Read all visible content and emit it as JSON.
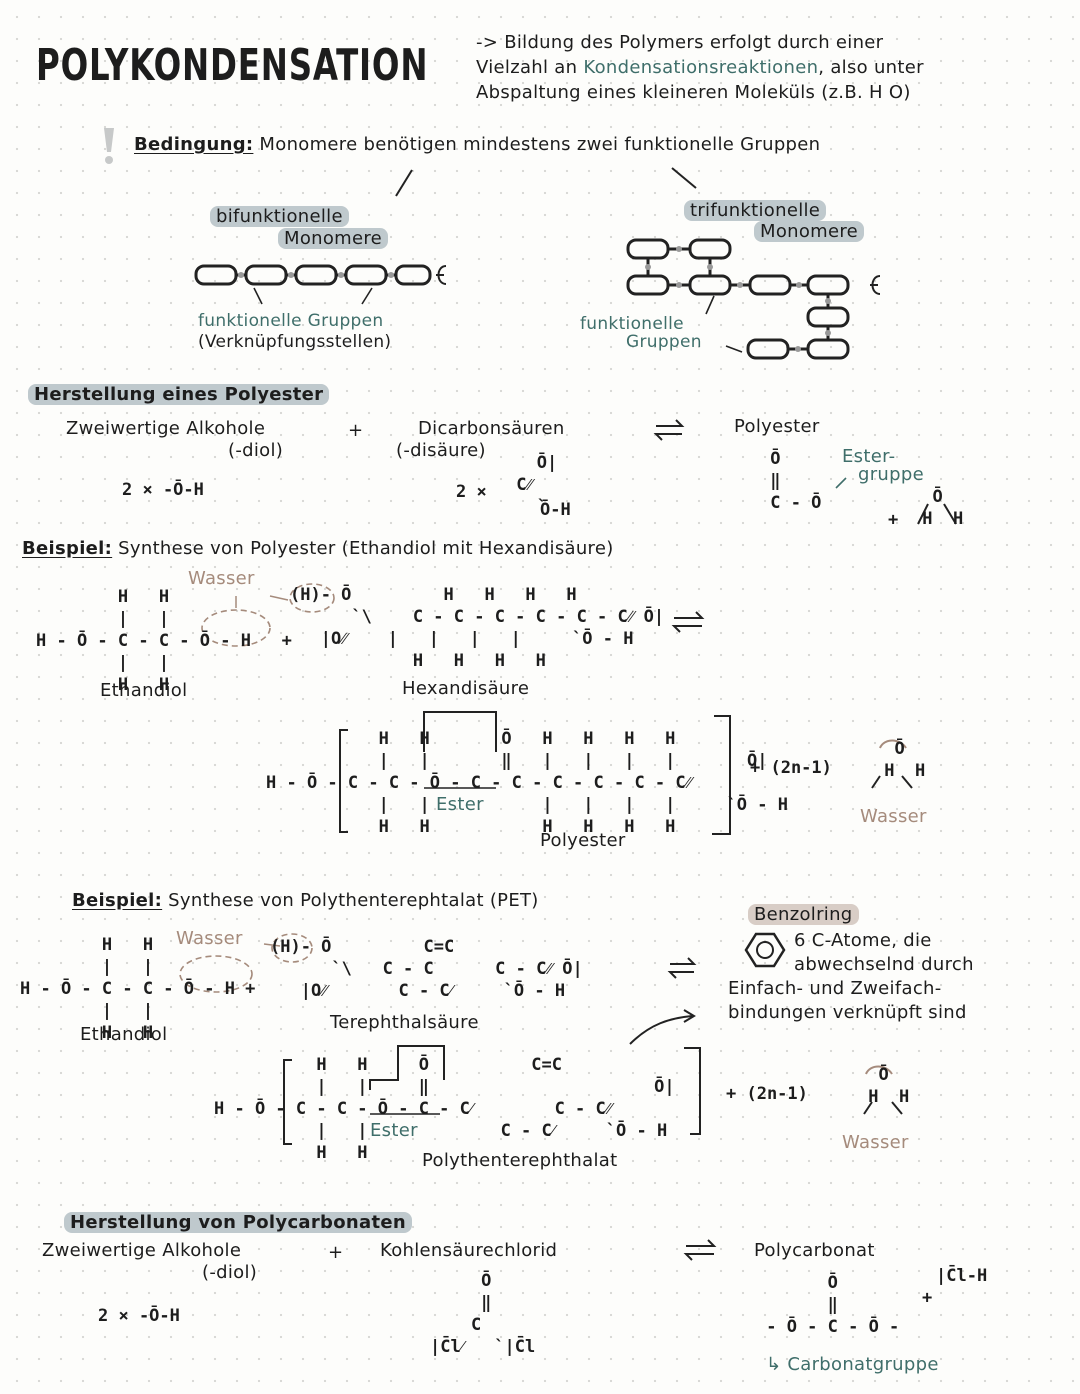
{
  "title": "POLYKONDENSATION",
  "intro": {
    "line1_prefix": "-> Bildung des Polymers erfolgt durch einer",
    "line2_prefix": "Vielzahl an ",
    "line2_highlight": "Kondensationsreaktionen",
    "line2_suffix": ", also unter",
    "line3": "Abspaltung eines kleineren Moleküls (z.B. H O)"
  },
  "condition": {
    "icon": "exclamation-icon",
    "label": "Bedingung:",
    "text": " Monomere benötigen mindestens zwei funktionelle Gruppen"
  },
  "bifunctional": {
    "label_line1": "bifunktionelle",
    "label_line2": "Monomere",
    "groups_line1": "funktionelle Gruppen",
    "groups_line2": "(Verknüpfungsstellen)"
  },
  "trifunctional": {
    "label_line1": "trifunktionelle",
    "label_line2": "Monomere",
    "groups_line1": "funktionelle",
    "groups_line2": "Gruppen"
  },
  "polyester": {
    "heading": "Herstellung eines Polyester",
    "reactant1_line1": "Zweiwertige Alkohole",
    "reactant1_line2": "(-diol)",
    "plus": "+",
    "reactant2_line1": "Dicarbonsäuren",
    "reactant2_line2": "(-disäure)",
    "product": "Polyester",
    "ester_group_line1": "Ester-",
    "ester_group_line2": "gruppe",
    "formula1": "2 × -Ō-H",
    "formula2_prefix": "2 ×",
    "formula2_oh": "Ō-H",
    "plus_water": "+"
  },
  "example1": {
    "label": "Beispiel:",
    "text": " Synthese von Polyester (Ethandiol mit Hexandisäure)",
    "water_label": "Wasser",
    "ethandiol": "Ethandiol",
    "hexandisaeure": "Hexandisäure",
    "ester": "Ester",
    "polyester": "Polyester",
    "coefficient": "+ (2n-1)",
    "water": "Wasser"
  },
  "example2": {
    "label": "Beispiel:",
    "text": " Synthese von Polythenterephtalat (PET)",
    "water_label": "Wasser",
    "ethandiol": "Ethandiol",
    "terephthal": "Terephthalsäure",
    "ester": "Ester",
    "product": "Polythenterephthalat",
    "coefficient": "+ (2n-1)",
    "water": "Wasser",
    "benzol_label": "Benzolring",
    "benzol_line1": "6 C-Atome, die",
    "benzol_line2": "abwechselnd durch",
    "benzol_line3": "Einfach- und Zweifach-",
    "benzol_line4": "bindungen verknüpft sind"
  },
  "polycarbonate": {
    "heading": "Herstellung von Polycarbonaten",
    "reactant1_line1": "Zweiwertige Alkohole",
    "reactant1_line2": "(-diol)",
    "plus": "+",
    "reactant2": "Kohlensäurechlorid",
    "product": "Polycarbonat",
    "formula1": "2 × -Ō-H",
    "hcl": "|C̄l-H",
    "carbonate_label": "↳ Carbonatgruppe"
  }
}
